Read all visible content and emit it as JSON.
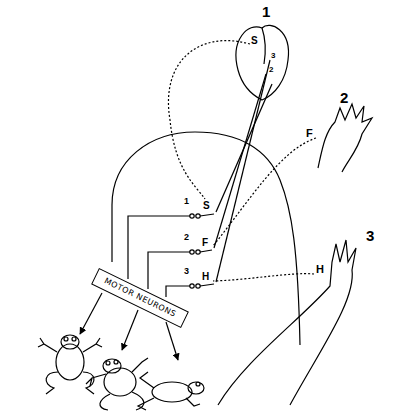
{
  "diagram": {
    "nodes": [
      {
        "text": [
          "MOTOR NEURONS"
        ]
      }
    ],
    "labels": [
      "1",
      "S",
      "3",
      "2",
      "2",
      "F",
      "3",
      "H",
      "1",
      "S",
      "2",
      "F",
      "3",
      "H"
    ]
  }
}
